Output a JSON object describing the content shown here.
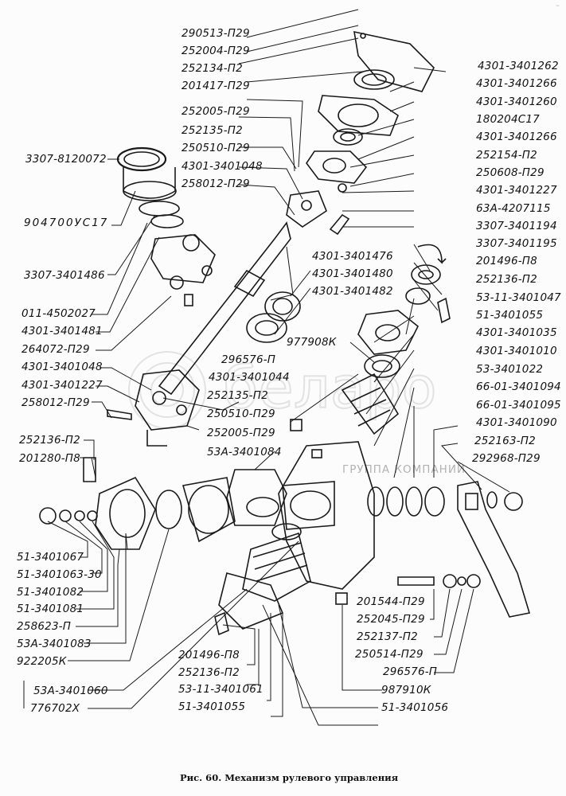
{
  "figure": {
    "caption": "Рис. 60.  Механизм рулевого управления",
    "watermark_text": "ГРУППА КОМПАНИЙ",
    "corner_mark": "~",
    "line_color": "#1a1a1a",
    "background": "#fbfcfb"
  },
  "labels_left": [
    "290513-П29",
    "252004-П29",
    "252134-П2",
    "201417-П29",
    "252005-П29",
    "252135-П2",
    "250510-П29",
    "4301-3401048",
    "258012-П29",
    "3307-8120072",
    "904700УС17",
    "3307-3401486",
    "011-4502027",
    "4301-3401481",
    "264072-П29",
    "4301-3401048",
    "4301-3401227",
    "258012-П29",
    "252136-П2",
    "201280-П8",
    "51-3401067",
    "51-3401063-30",
    "51-3401082",
    "51-3401081",
    "258623-П",
    "53А-3401083",
    "922205К",
    "53А-3401060",
    "776702Х"
  ],
  "labels_center": [
    "4301-3401476",
    "4301-3401480",
    "4301-3401482",
    "977908К",
    "296576-П",
    "4301-3401044",
    "252135-П2",
    "250510-П29",
    "252005-П29",
    "53А-3401084",
    "201496-П8",
    "252136-П2",
    "53-11-3401061",
    "51-3401055"
  ],
  "labels_right": [
    "4301-3401262",
    "4301-3401266",
    "4301-3401260",
    "180204С17",
    "4301-3401266",
    "252154-П2",
    "250608-П29",
    "4301-3401227",
    "63А-4207115",
    "3307-3401194",
    "3307-3401195",
    "201496-П8",
    "252136-П2",
    "53-11-3401047",
    "51-3401055",
    "4301-3401035",
    "4301-3401010",
    "53-3401022",
    "66-01-3401094",
    "66-01-3401095",
    "4301-3401090",
    "252163-П2",
    "292968-П29"
  ],
  "labels_bottom_right": [
    "201544-П29",
    "252045-П29",
    "252137-П2",
    "250514-П29",
    "296576-П",
    "987910К",
    "51-3401056"
  ]
}
